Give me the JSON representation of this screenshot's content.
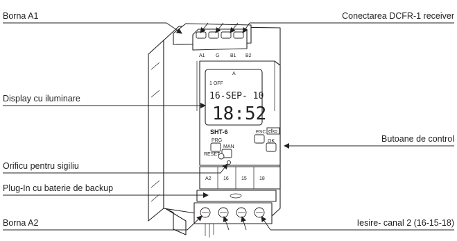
{
  "labels": {
    "borna_a1": "Borna A1",
    "dcfr_receiver": "Conectarea DCFR-1 receiver",
    "display": "Display cu iluminare",
    "buttons": "Butoane de control",
    "seal_hole": "Orificu pentru sigiliu",
    "plugin_battery": "Plug-In cu baterie de backup",
    "borna_a2": "Borna A2",
    "output_channel2": "Iesire- canal 2 (16-15-18)"
  },
  "device": {
    "model": "SHT-6",
    "lcd_mode": "1 OFF",
    "lcd_channel": "A",
    "lcd_date": "16-SEP- 10",
    "lcd_time": "18:52",
    "top_terminals": [
      "A1",
      "G",
      "B1",
      "B2"
    ],
    "bottom_terminals": [
      "A2",
      "16",
      "15",
      "18"
    ],
    "buttons": [
      "PRG",
      "MAN",
      "ESC",
      "OK"
    ],
    "reset_label": "RESET",
    "brand": "elko"
  }
}
